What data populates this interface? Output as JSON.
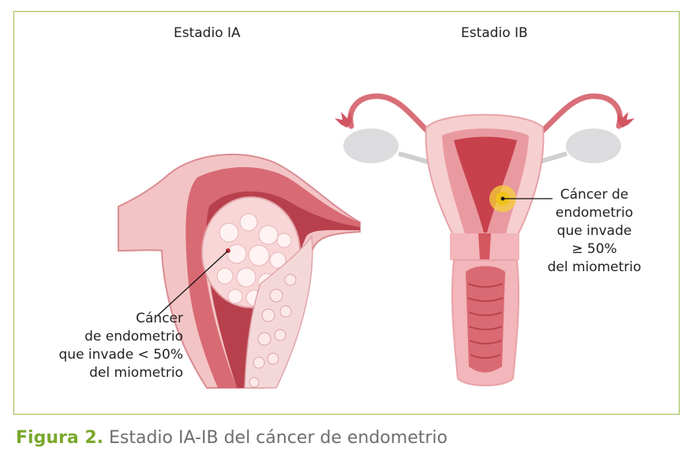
{
  "titles": {
    "stage_ia": "Estadio IA",
    "stage_ib": "Estadio IB"
  },
  "labels": {
    "ia": [
      "Cáncer",
      "de endometrio",
      "que invade < 50%",
      "del miometrio"
    ],
    "ib": [
      "Cáncer de",
      "endometrio",
      "que invade",
      "≥ 50%",
      "del miometrio"
    ]
  },
  "caption": {
    "figure": "Figura 2.",
    "text": "Estadio IA-IB del cáncer de endometrio"
  },
  "colors": {
    "frame_border": "#9bbb4e",
    "caption_accent": "#7aa82c",
    "tissue_light": "#f6cfd0",
    "tissue_mid": "#e8959a",
    "tissue_dark": "#c9505a",
    "tumor_yellow": "#f5d23a"
  }
}
